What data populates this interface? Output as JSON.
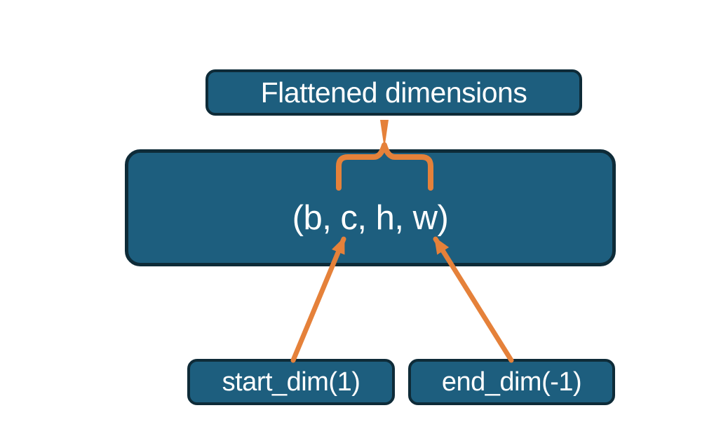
{
  "diagram": {
    "title_box_label": "Flattened dimensions",
    "tensor_box_label": "(b, c, h, w)",
    "start_box_label": "start_dim(1)",
    "end_box_label": "end_dim(-1)"
  },
  "colors": {
    "box_fill": "#1d5e7e",
    "box_border": "#0e2b38",
    "accent_orange": "#e5813a",
    "text": "#ffffff",
    "background": "#ffffff"
  }
}
